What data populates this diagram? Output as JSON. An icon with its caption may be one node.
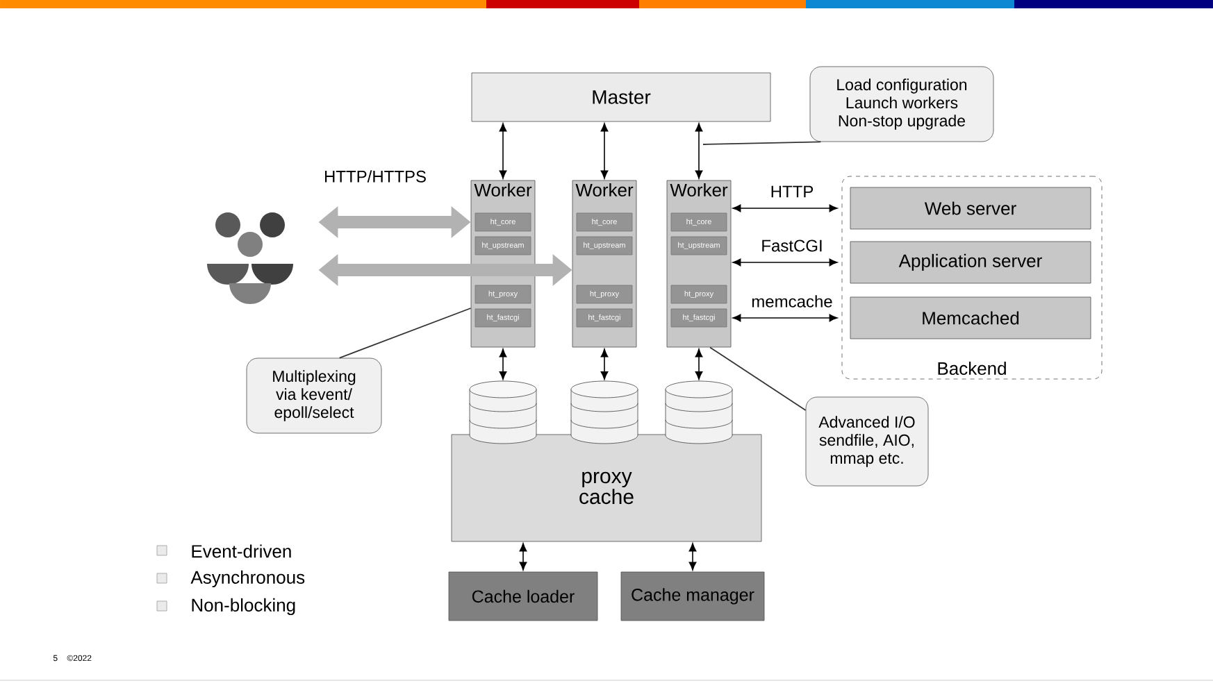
{
  "diagram": {
    "nodes": [
      {
        "text": [
          "Master"
        ]
      },
      {
        "text": [
          "Worker"
        ]
      },
      {
        "text": [
          "ht_core"
        ],
        "in": 1
      },
      {
        "text": [
          "ht_upstream"
        ],
        "in": 1
      },
      {
        "text": [
          "ht_proxy"
        ],
        "in": 1
      },
      {
        "text": [
          "ht_fastcgi"
        ],
        "in": 1
      },
      {
        "text": [
          "Worker"
        ]
      },
      {
        "text": [
          "ht_core"
        ],
        "in": 6
      },
      {
        "text": [
          "ht_upstream"
        ],
        "in": 6
      },
      {
        "text": [
          "ht_proxy"
        ],
        "in": 6
      },
      {
        "text": [
          "ht_fastcgi"
        ],
        "in": 6
      },
      {
        "text": [
          "Worker"
        ]
      },
      {
        "text": [
          "ht_core"
        ],
        "in": 11
      },
      {
        "text": [
          "ht_upstream"
        ],
        "in": 11
      },
      {
        "text": [
          "ht_proxy"
        ],
        "in": 11
      },
      {
        "text": [
          "ht_fastcgi"
        ],
        "in": 11
      },
      {
        "text": [
          "Load configuration Launch workers Non-stop upgrade"
        ]
      },
      {
        "text": [
          "Backend"
        ]
      },
      {
        "text": [
          "Web server"
        ],
        "in": 17
      },
      {
        "text": [
          "Application server"
        ],
        "in": 17
      },
      {
        "text": [
          "Memcached"
        ],
        "in": 17
      },
      {
        "text": [],
        "shape": "person"
      },
      {
        "text": [
          "Multiplexing via kevent/ epoll/select"
        ]
      },
      {
        "text": [
          "Advanced I/O sendfile, AIO, mmap etc."
        ]
      },
      {
        "text": [],
        "shape": "cylinder"
      },
      {
        "text": [],
        "shape": "cylinder"
      },
      {
        "text": [],
        "shape": "cylinder"
      },
      {
        "text": [
          "proxy cache"
        ]
      },
      {
        "text": [
          "Cache loader"
        ]
      },
      {
        "text": [
          "Cache manager"
        ]
      }
    ],
    "edges": [
      {
        "from": 0,
        "to": 1,
        "arrow": "both"
      },
      {
        "from": 0,
        "to": 6,
        "arrow": "both"
      },
      {
        "from": 0,
        "to": 11,
        "arrow": "both"
      },
      {
        "from": 21,
        "to": 1,
        "arrow": "both",
        "label": "HTTP/HTTPS",
        "style": "thick",
        "color": "#b2b2b2"
      },
      {
        "from": 21,
        "to": 6,
        "arrow": "both",
        "style": "thick",
        "color": "#b2b2b2"
      },
      {
        "from": 11,
        "to": 18,
        "arrow": "both",
        "label": "HTTP"
      },
      {
        "from": 11,
        "to": 19,
        "arrow": "both",
        "label": "FastCGI"
      },
      {
        "from": 11,
        "to": 20,
        "arrow": "both",
        "label": "memcache"
      },
      {
        "from": 1,
        "to": 24,
        "arrow": "both"
      },
      {
        "from": 6,
        "to": 25,
        "arrow": "both"
      },
      {
        "from": 11,
        "to": 26,
        "arrow": "both"
      },
      {
        "from": 27,
        "to": 28,
        "arrow": "both"
      },
      {
        "from": 27,
        "to": 29,
        "arrow": "both"
      },
      {
        "from": 16,
        "to": null,
        "arrow": "none"
      },
      {
        "from": 22,
        "to": 1,
        "arrow": "none"
      },
      {
        "from": 23,
        "to": 11,
        "arrow": "none"
      }
    ],
    "labels": [
      "Event-driven",
      "Asynchronous",
      "Non-blocking",
      "5",
      "©2022"
    ]
  }
}
